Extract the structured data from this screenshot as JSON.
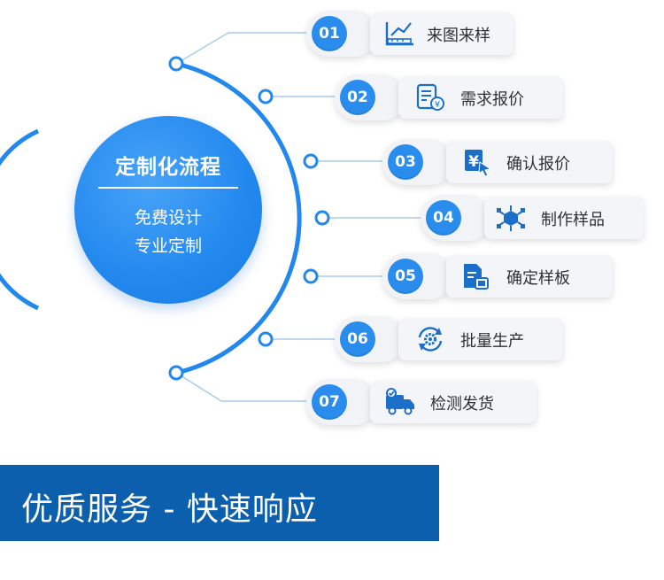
{
  "center": {
    "title": "定制化流程",
    "line1": "免费设计",
    "line2": "专业定制"
  },
  "steps": [
    {
      "num": "01",
      "label": "来图来样",
      "icon": "drawing-ruler-icon"
    },
    {
      "num": "02",
      "label": "需求报价",
      "icon": "document-yen-icon"
    },
    {
      "num": "03",
      "label": "确认报价",
      "icon": "yen-cursor-icon"
    },
    {
      "num": "04",
      "label": "制作样品",
      "icon": "cube-network-icon"
    },
    {
      "num": "05",
      "label": "确定样板",
      "icon": "document-stamp-icon"
    },
    {
      "num": "06",
      "label": "批量生产",
      "icon": "gear-cycle-icon"
    },
    {
      "num": "07",
      "label": "检测发货",
      "icon": "delivery-truck-icon"
    }
  ],
  "banner": {
    "text": "优质服务 - 快速响应"
  },
  "colors": {
    "accent": "#2a8cec",
    "banner": "#0b5fad",
    "connector": "#a8ccec",
    "card": "#f4f5f8",
    "text": "#2f3036"
  }
}
